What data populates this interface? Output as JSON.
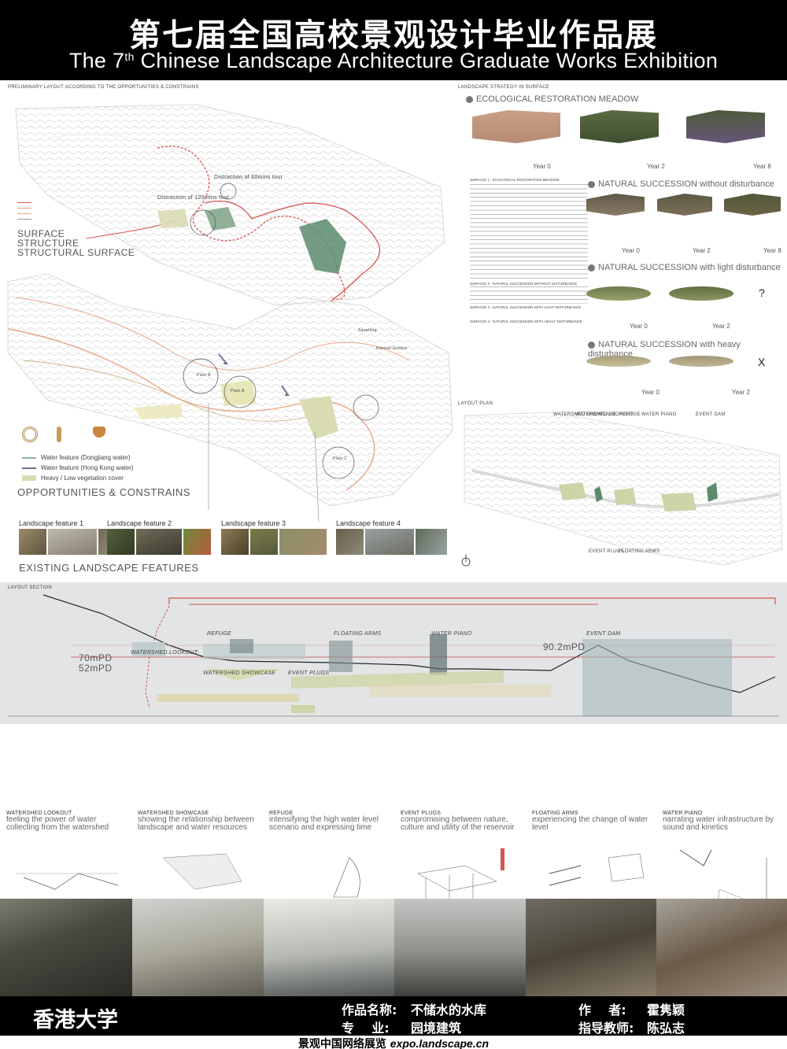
{
  "header": {
    "title_cn": "第七届全国高校景观设计毕业作品展",
    "title_en_pre": "The 7",
    "title_en_sup": "th",
    "title_en_post": " Chinese Landscape Architecture Graduate Works Exhibition"
  },
  "left_top": {
    "section_title": "PRELIMINARY LAYOUT ACCORDING TO THE OPPORTUNITIES & CONSTRAINS",
    "tour_60": "Distraction of 60mins tour",
    "tour_120": "Distraction of 120mins tour",
    "surface": "SURFACE",
    "structure": "STRUCTURE",
    "structural_surface": "STRUCTURAL SURFACE",
    "plain_b": "Plain B",
    "plain_a": "Plain A",
    "plain_c": "Plain C",
    "squatting": "Squatting",
    "funeral": "Funeral Grotton",
    "legend": [
      {
        "label": "Water feature (Dongjiang water)",
        "color": "#8fb79a"
      },
      {
        "label": "Water feature (Hong Kong water)",
        "color": "#6f6f8e"
      },
      {
        "label": "Heavy / Low vegetation cover",
        "color": "#d9dcb2"
      }
    ],
    "opp_title": "OPPORTUNITIES & CONSTRAINS",
    "features": [
      "Landscape feature 1",
      "Landscape feature 2",
      "Landscape feature 3",
      "Landscape feature 4"
    ],
    "existing_title": "EXISTING LANDSCAPE FEATURES"
  },
  "right_top": {
    "strategy_title": "LANDSCAPE STRATEGY IN SURFACE",
    "eco_title": "ECOLOGICAL RESTORATION MEADOW",
    "nat1_title": "NATURAL SUCCESSION without disturbance",
    "nat2_title": "NATURAL SUCCESSION with light disturbance",
    "nat3_title": "NATURAL SUCCESSION with heavy disturbance",
    "year0": "Year 0",
    "year2": "Year 2",
    "year8": "Year 8",
    "q_mark": "?",
    "x_mark": "X",
    "para_titles": [
      "SURFACE 1 - ECOLOGICAL RESTORATION MEADOW",
      "SURFACE 2 - NATURAL SUCCESSION WITHOUT DISTURBANCE",
      "SURFACE 3 - NATURAL SUCCESSION WITH LIGHT DISTURBANCE",
      "SURFACE 4 - NATURAL SUCCESSION WITH HEAVY DISTURBANCE"
    ],
    "layout_title": "LAYOUT PLAN",
    "plan_labels": [
      "WATERSHED SHOWCASE",
      "WATERSHED LOOKOUT",
      "REFUGE",
      "WATER PIANO",
      "EVENT DAM",
      "EVENT PLUGS",
      "FLOATING ARMS"
    ]
  },
  "section": {
    "title": "LAYOUT SECTION",
    "elev_70": "70mPD",
    "elev_52": "52mPD",
    "elev_90": "90.2mPD",
    "labels": [
      "REFUGE",
      "FLOATING ARMS",
      "WATER PIANO",
      "EVENT DAM",
      "WATERSHED LOOKOUT",
      "WATERSHED SHOWCASE",
      "EVENT PLUGS"
    ]
  },
  "details": [
    {
      "t1": "WATERSHED LOOKOUT",
      "t2": "feeling the power of water collecting from the watershed"
    },
    {
      "t1": "WATERSHED SHOWCASE",
      "t2": "showing the relationship between landscape and water resources"
    },
    {
      "t1": "REFUGE",
      "t2": "intensifying the high water level scenario and expressing time"
    },
    {
      "t1": "EVENT PLUGS",
      "t2": "compromising between nature, culture and utility of the reservoir"
    },
    {
      "t1": "FLOATING ARMS",
      "t2": "experiencing the change of water level"
    },
    {
      "t1": "WATER PIANO",
      "t2": "narrating water infrastructure by sound and kinetics"
    }
  ],
  "footer": {
    "university": "香港大学",
    "work_label": "作品名称:",
    "work_name": "不储水的水库",
    "major_label": "专    业:",
    "major": "园境建筑",
    "author_label": "作    者:",
    "author": "霍隽颖",
    "advisor_label": "指导教师:",
    "advisor": "陈弘志",
    "bottom_cn": "景观中国网络展览",
    "bottom_url": "expo.landscape.cn"
  }
}
